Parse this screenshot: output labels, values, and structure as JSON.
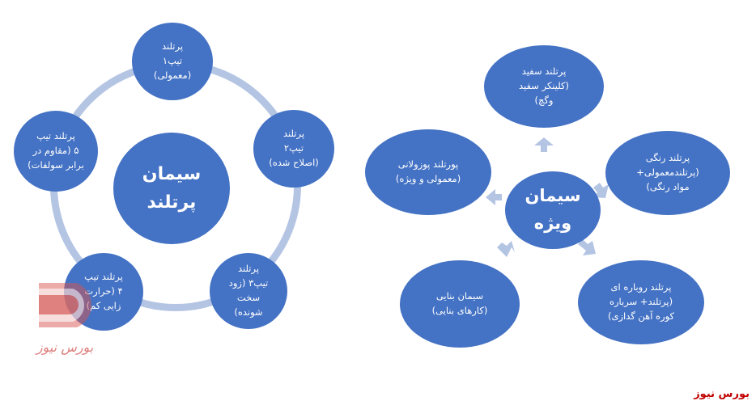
{
  "colors": {
    "node_fill": "#4472c4",
    "ring": "#b4c5e4",
    "arrow": "#b4c5e4",
    "brand_red": "#c00000"
  },
  "left_diagram": {
    "center": "سیمان\nپرتلند",
    "nodes": [
      "پرتلند\nتیپ۱\n(معمولی)",
      "پرتلند\nتیپ۲\n(اصلاح شده)",
      "پرتلند\nتیپ۳ (زود\nسخت\nشونده)",
      "پرتلند تیپ\n۴ (حرارت\nزایی کم)",
      "پرتلند تیپ\n۵ (مقاوم در\nبرابر سولفات)"
    ]
  },
  "right_diagram": {
    "center": "سیمان\nویژه",
    "nodes": [
      "پرتلند سفید\n(کلینکر سفید\nوگچ)",
      "پرتلند رنگی\n(پرتلندمعمولی+\nمواد رنگی)",
      "پرتلند روباره ای\n(پرتلند+ سرباره\nکوره آهن گدازی)",
      "سیمان بنایی\n(کارهای بنایی)",
      "پورتلند پوزولانی\n(معمولی و ویژه)"
    ]
  },
  "watermark_text": "بورس نیوز",
  "footer_brand": "بورس نیوز"
}
